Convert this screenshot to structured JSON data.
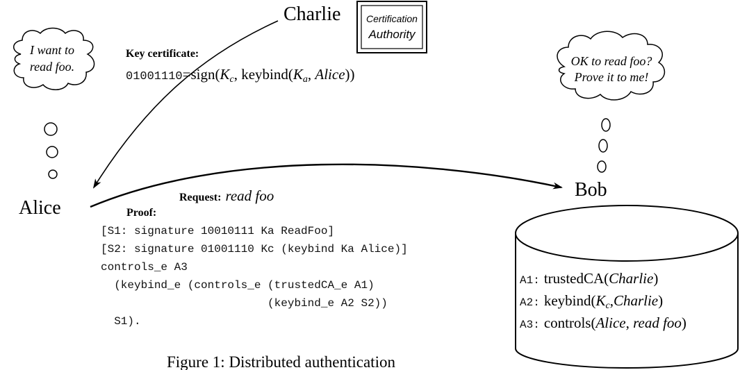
{
  "actors": {
    "charlie": "Charlie",
    "alice": "Alice",
    "bob": "Bob"
  },
  "authority": {
    "line1": "Certification",
    "line2": "Authority"
  },
  "alice_thought": {
    "line1": "I want to",
    "line2": "read foo."
  },
  "bob_thought": {
    "line1": "OK to read foo?",
    "line2": "Prove it to me!"
  },
  "key_certificate": {
    "heading": "Key certificate:",
    "bits": "01001110",
    "eq_sign": "=sign(",
    "kc_base": "K",
    "kc_sub": "c",
    "sep1": ", keybind(",
    "ka_base": "K",
    "ka_sub": "a",
    "sep2": ", ",
    "alice": "Alice",
    "close": "))"
  },
  "request": {
    "heading": "Request:",
    "value": "read foo"
  },
  "proof": {
    "heading": "Proof:",
    "lines": [
      "[S1: signature 10010111 Ka ReadFoo]",
      "[S2: signature 01001110 Kc (keybind Ka Alice)]",
      "controls_e A3",
      "  (keybind_e (controls_e (trustedCA_e A1)",
      "                         (keybind_e A2 S2))",
      "  S1)."
    ]
  },
  "database": {
    "a1_label": "A1:",
    "a1_pre": "trustedCA(",
    "a1_arg": "Charlie",
    "a1_post": ")",
    "a2_label": "A2:",
    "a2_pre": "keybind(",
    "a2_k": "K",
    "a2_sub": "c",
    "a2_mid": ",",
    "a2_arg": "Charlie",
    "a2_post": ")",
    "a3_label": "A3:",
    "a3_pre": "controls(",
    "a3_arg1": "Alice",
    "a3_mid": ", ",
    "a3_arg2": "read foo",
    "a3_post": ")"
  },
  "caption": "Figure 1: Distributed authentication"
}
